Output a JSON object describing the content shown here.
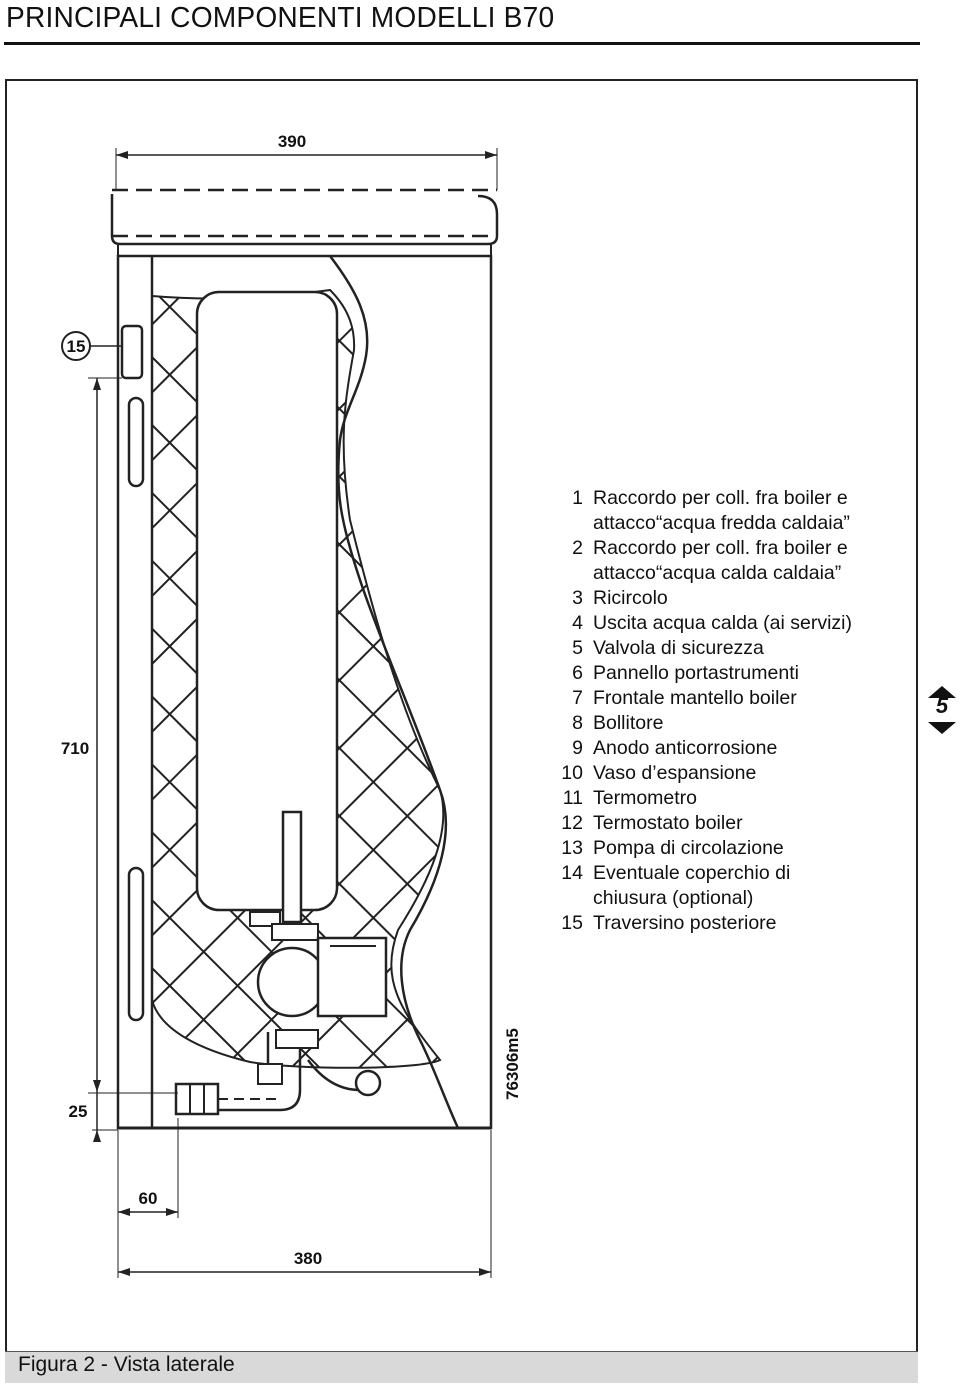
{
  "page": {
    "title": "PRINCIPALI COMPONENTI MODELLI B70",
    "caption": "Figura 2 - Vista laterale",
    "page_number": "5"
  },
  "drawing": {
    "code": "76306m5",
    "callout_15": "15",
    "dimensions": {
      "width_top": "390",
      "height_side": "710",
      "offset_bottom": "25",
      "pipe_offset": "60",
      "width_bottom": "380"
    }
  },
  "legend": {
    "items": [
      {
        "num": "1",
        "text": "Raccordo per coll. fra boiler e attacco“acqua fredda caldaia”"
      },
      {
        "num": "2",
        "text": "Raccordo per coll. fra boiler e attacco“acqua calda caldaia”"
      },
      {
        "num": "3",
        "text": "Ricircolo"
      },
      {
        "num": "4",
        "text": "Uscita acqua calda (ai servizi)"
      },
      {
        "num": "5",
        "text": "Valvola di sicurezza"
      },
      {
        "num": "6",
        "text": "Pannello portastrumenti"
      },
      {
        "num": "7",
        "text": "Frontale mantello boiler"
      },
      {
        "num": "8",
        "text": "Bollitore"
      },
      {
        "num": "9",
        "text": "Anodo anticorrosione"
      },
      {
        "num": "10",
        "text": "Vaso d’espansione"
      },
      {
        "num": "11",
        "text": "Termometro"
      },
      {
        "num": "12",
        "text": "Termostato boiler"
      },
      {
        "num": "13",
        "text": "Pompa di circolazione"
      },
      {
        "num": "14",
        "text": "Eventuale coperchio di chiusura (optional)"
      },
      {
        "num": "15",
        "text": "Traversino posteriore"
      }
    ]
  }
}
